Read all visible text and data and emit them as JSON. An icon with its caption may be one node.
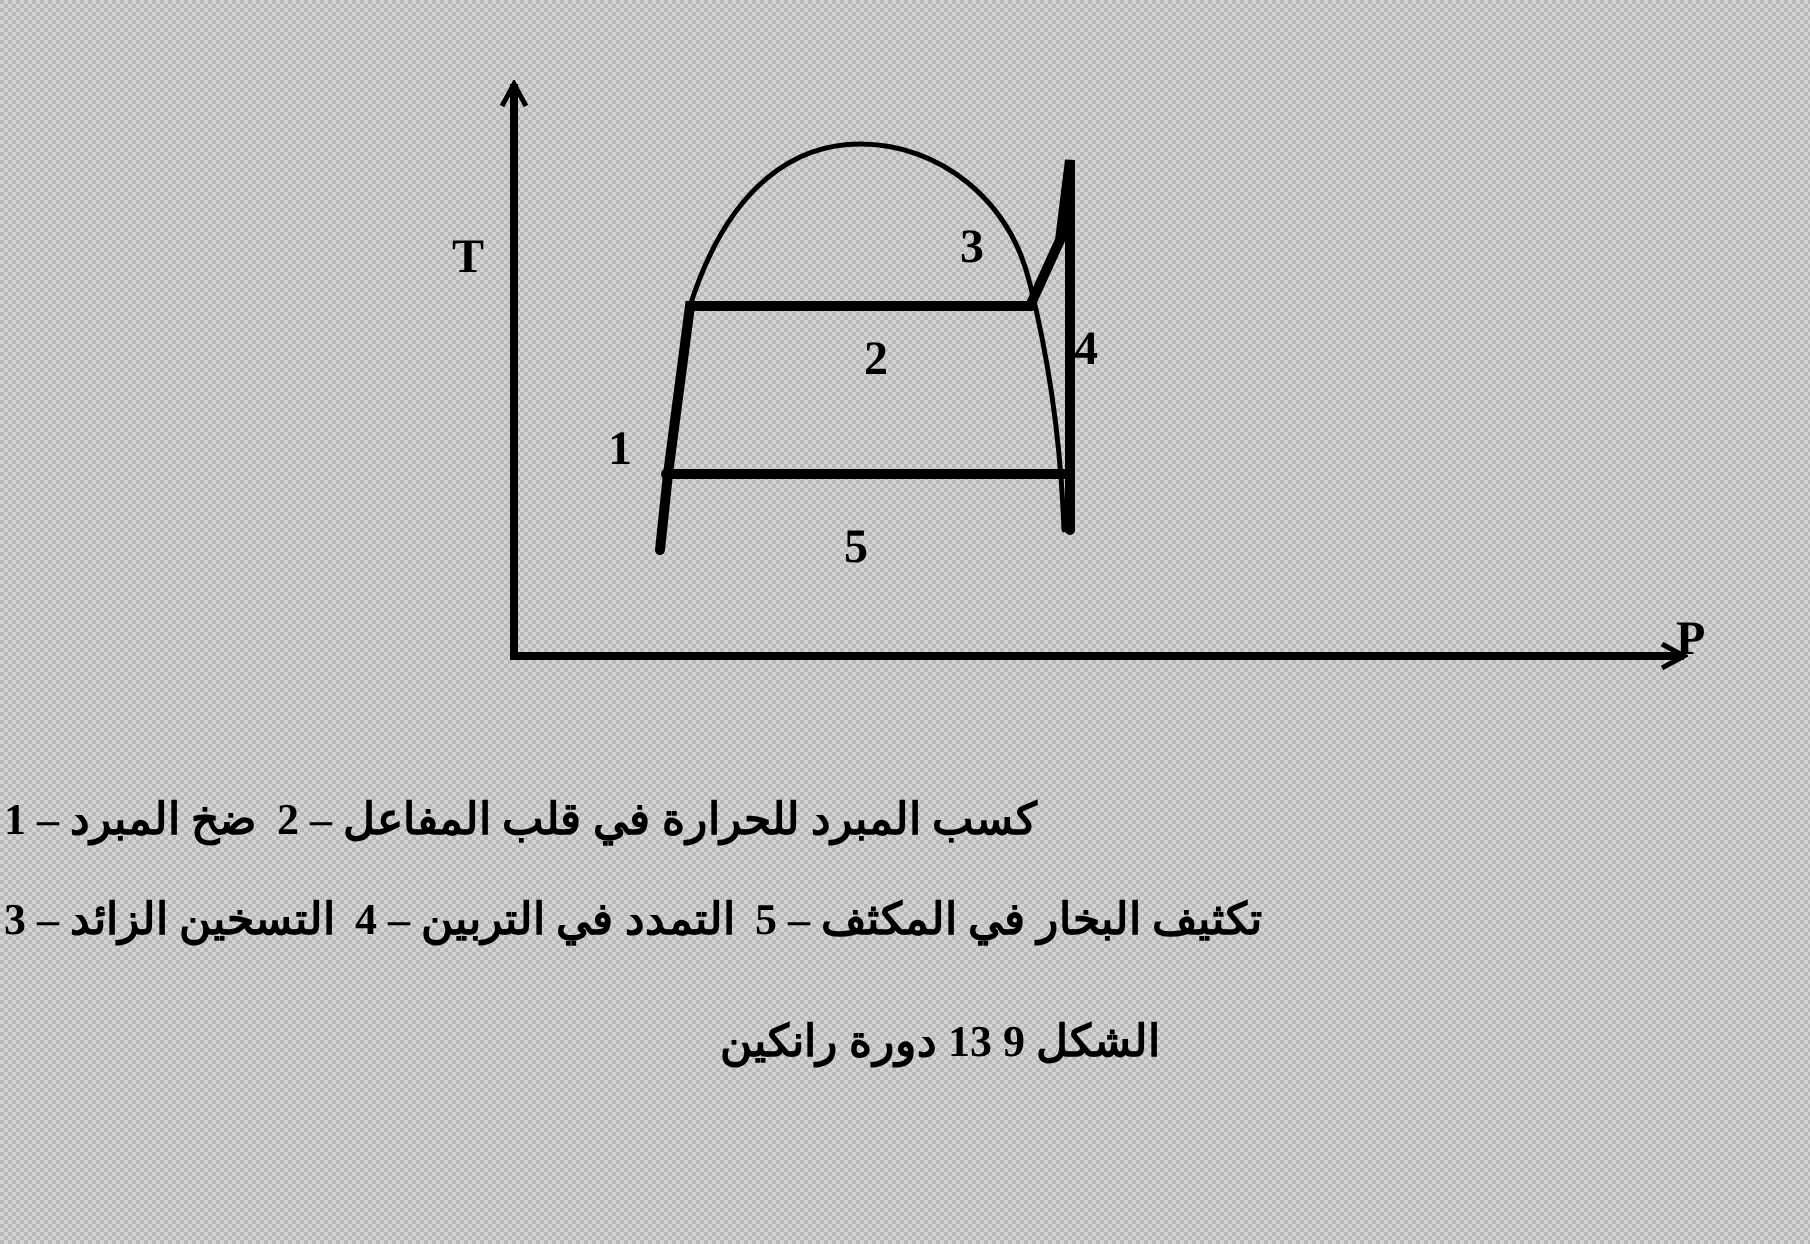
{
  "diagram": {
    "caption": "الشكل 9 13 دورة رانكين",
    "labels": [
      "T",
      "3",
      "2",
      "4",
      "1",
      "5",
      "P",
      "1 – ضخ المبرد",
      "2 – كسب المبرد للحرارة في قلب المفاعل",
      "3 – التسخين الزائد",
      "4 – التمدد في التربين",
      "5 – تكثيف البخار في المكثف"
    ]
  }
}
